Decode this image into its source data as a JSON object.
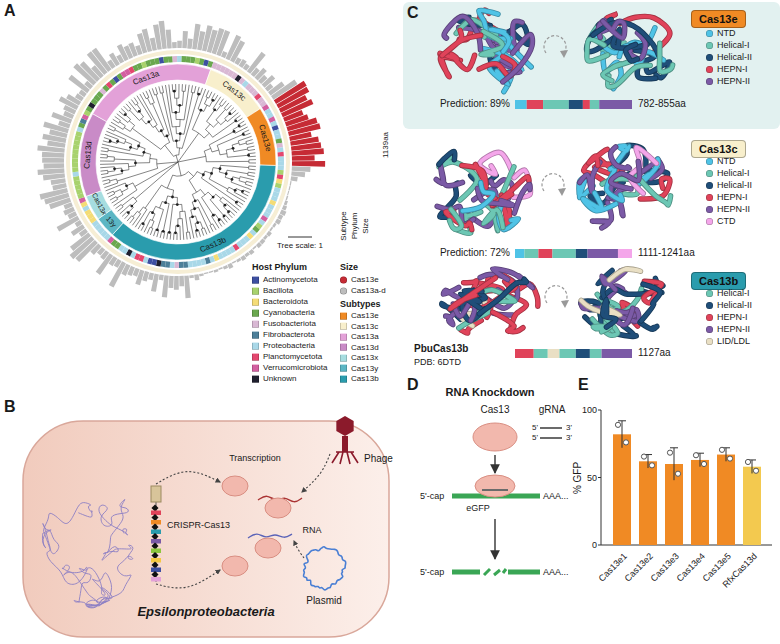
{
  "diagram": {
    "nodes": [
      {
        "text": [
          "Epsilonproteobacteria"
        ]
      },
      {
        "text": [
          "Phage"
        ]
      },
      {
        "text": [
          "Plasmid"
        ],
        "in": 0
      },
      {
        "text": [
          "CRISPR-Cas13"
        ],
        "in": 0
      },
      {
        "text": [
          "Prediction: 89%",
          "782-855aa"
        ]
      },
      {
        "text": [
          "Cas13e"
        ],
        "in": 4
      },
      {
        "text": [
          "Cas13c"
        ]
      },
      {
        "text": [
          "Cas13b"
        ]
      },
      {
        "text": [
          "Cas13"
        ]
      },
      {
        "text": [
          "gRNA"
        ]
      },
      {
        "text": [
          "5'-cap",
          "eGFP",
          "AAA..."
        ]
      },
      {
        "text": [
          "5'-cap",
          "AAA..."
        ]
      }
    ],
    "edges": [
      {
        "from": 8,
        "to": 10,
        "arrow": "to"
      },
      {
        "from": 10,
        "to": 11,
        "arrow": "to"
      }
    ],
    "labels": [
      "A",
      "Tree scale: 1",
      "Subtype",
      "Phylum",
      "Size",
      "1139aa",
      "Cas13a",
      "Cas13c",
      "Cas13e",
      "Cas13b",
      "13y",
      "Cas13x",
      "Cas13d",
      "Host Phylum",
      "Size",
      "Subtypes",
      "B",
      "Transcription",
      "RNA",
      "C",
      "Prediction: 72%",
      "1111-1241aa",
      "PbuCas13b",
      "PDB: 6DTD",
      "1127aa",
      "D",
      "RNA Knockdown",
      "5'",
      "3'",
      "5'",
      "3'",
      "E",
      "% GFP",
      "100",
      "50",
      "0",
      "Cas13e1",
      "Cas13e2",
      "Cas13e3",
      "Cas13e4",
      "Cas13e5",
      "RfxCas13d"
    ],
    "legend": [
      {
        "text": "Actinomycetota",
        "color": "#3d4fa1"
      },
      {
        "text": "Bacillota",
        "color": "#a8d26d"
      },
      {
        "text": "Bacteroidota",
        "color": "#f4dc76"
      },
      {
        "text": "Cyanobacteria",
        "color": "#6aa84f"
      },
      {
        "text": "Fusobacteriota",
        "color": "#d9b8d4"
      },
      {
        "text": "Fibrobacterota",
        "color": "#4d7f99"
      },
      {
        "text": "Proteobacteria",
        "color": "#a9d8e8"
      },
      {
        "text": "Planctomycetota",
        "color": "#e4476e"
      },
      {
        "text": "Verrucomicrobiota",
        "color": "#d35fa0"
      },
      {
        "text": "Unknown",
        "color": "#1f1f2e"
      },
      {
        "text": "Cas13e",
        "color": "#c62b35"
      },
      {
        "text": "Cas13a-d",
        "color": "#bdbdbd"
      },
      {
        "text": "Cas13e",
        "color": "#f08a24"
      },
      {
        "text": "Cas13c",
        "color": "#f8efcc"
      },
      {
        "text": "Cas13a",
        "color": "#e3a1d8"
      },
      {
        "text": "Cas13d",
        "color": "#c98bc7"
      },
      {
        "text": "Cas13x",
        "color": "#a6dde0"
      },
      {
        "text": "Cas13y",
        "color": "#5bb6c4"
      },
      {
        "text": "Cas13b",
        "color": "#2a9cad"
      },
      {
        "text": "NTD",
        "color": "#4fc3e6"
      },
      {
        "text": "Helical-I",
        "color": "#6cc7b4"
      },
      {
        "text": "Helical-II",
        "color": "#1f4e79"
      },
      {
        "text": "HEPN-I",
        "color": "#e0435a"
      },
      {
        "text": "HEPN-II",
        "color": "#7b5aa6"
      },
      {
        "text": "NTD",
        "color": "#4fc3e6"
      },
      {
        "text": "Helical-I",
        "color": "#6cc7b4"
      },
      {
        "text": "Helical-II",
        "color": "#1f4e79"
      },
      {
        "text": "HEPN-I",
        "color": "#e0435a"
      },
      {
        "text": "HEPN-II",
        "color": "#7b5aa6"
      },
      {
        "text": "CTD",
        "color": "#f4a6ea"
      },
      {
        "text": "Helical-I",
        "color": "#6cc7b4"
      },
      {
        "text": "Helical-II",
        "color": "#1f4e79"
      },
      {
        "text": "HEPN-I",
        "color": "#e0435a"
      },
      {
        "text": "HEPN-II",
        "color": "#7b5aa6"
      },
      {
        "text": "LID/LDL",
        "color": "#e9dfc4"
      }
    ]
  }
}
